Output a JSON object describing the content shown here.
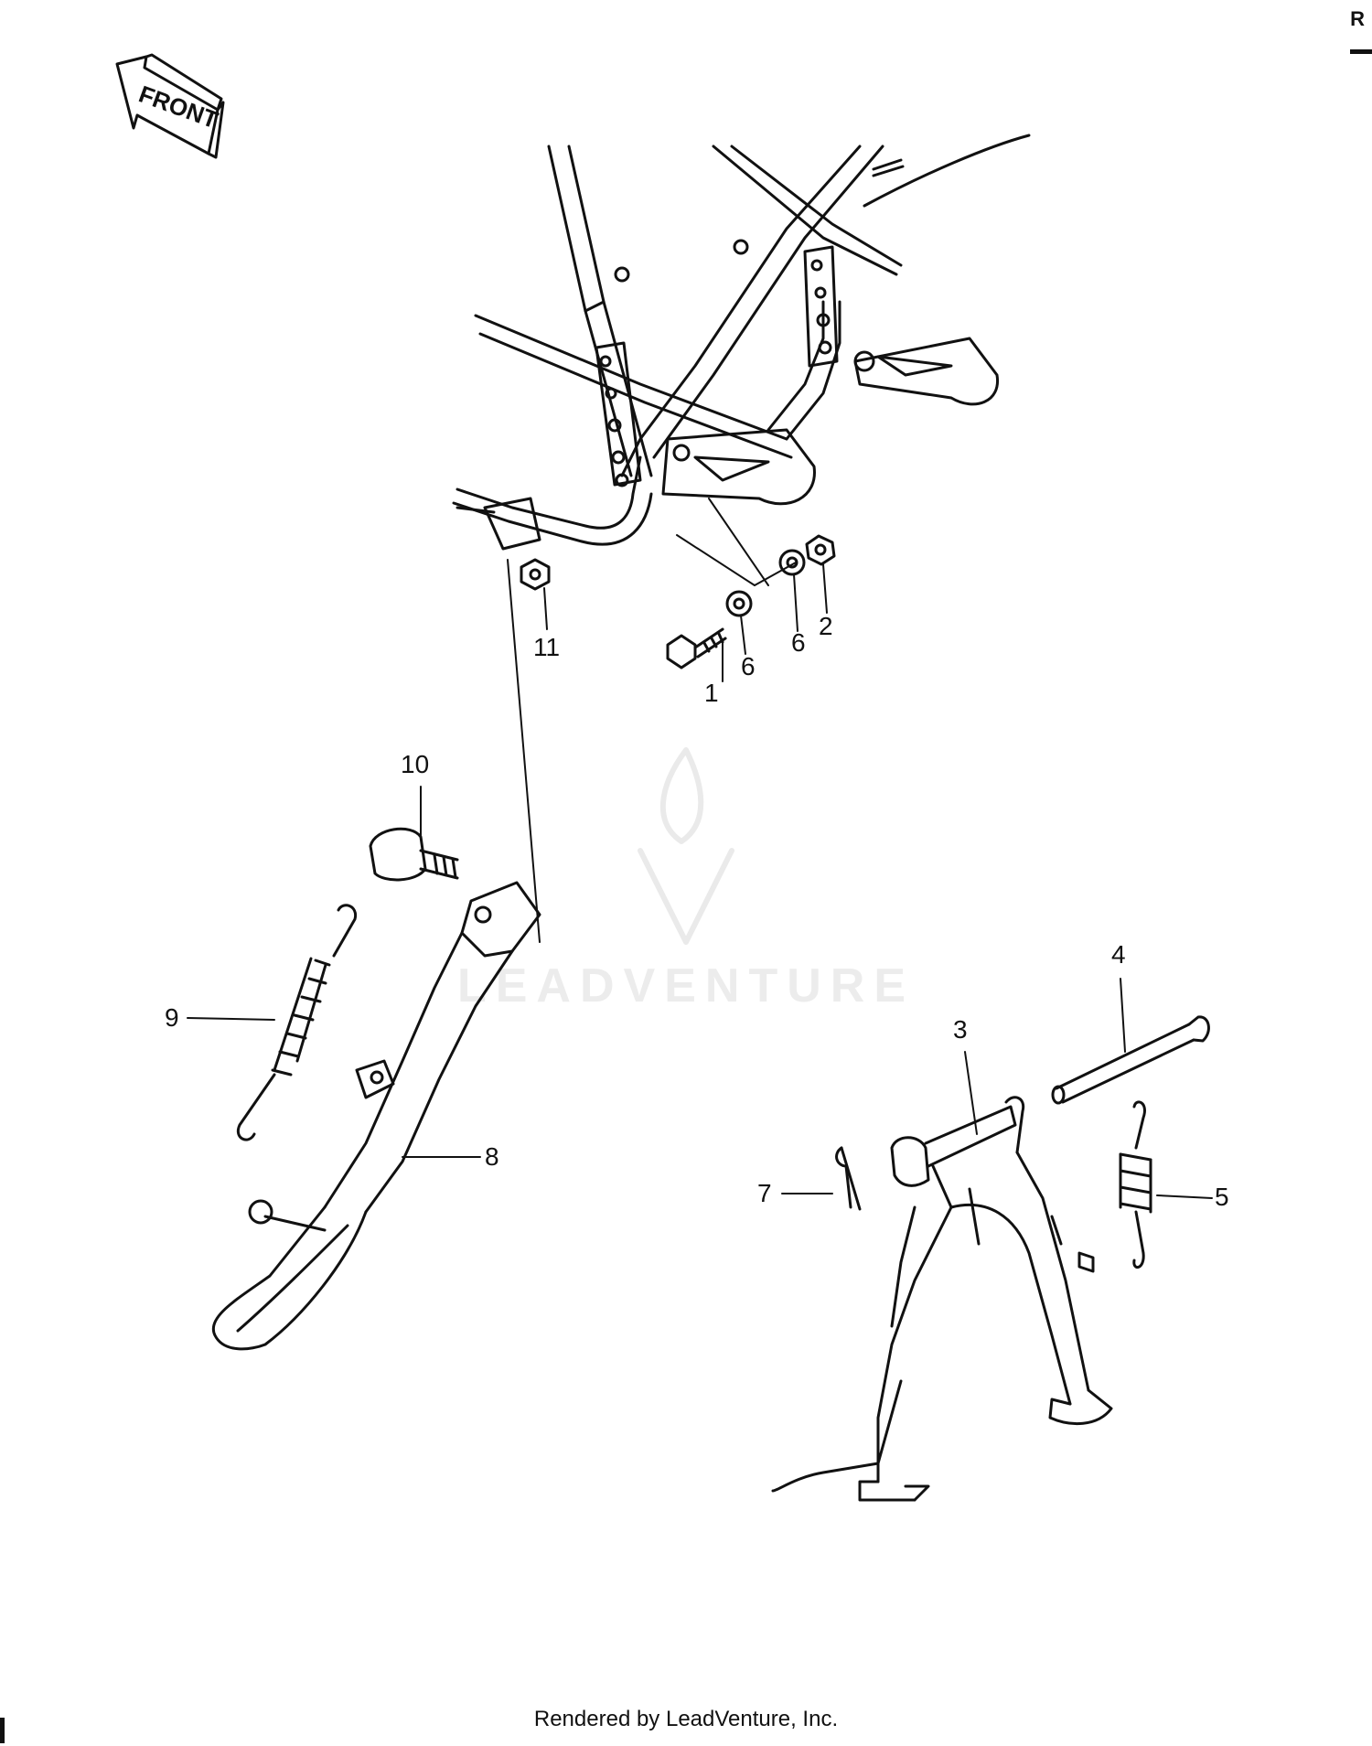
{
  "diagram": {
    "front_label": "FRONT",
    "corner_text": "R",
    "watermark_text": "LEADVENTURE",
    "footer_text": "Rendered by LeadVenture, Inc.",
    "callouts": [
      {
        "id": "c1",
        "text": "1"
      },
      {
        "id": "c2",
        "text": "2"
      },
      {
        "id": "c3",
        "text": "3"
      },
      {
        "id": "c4",
        "text": "4"
      },
      {
        "id": "c5",
        "text": "5"
      },
      {
        "id": "c6a",
        "text": "6"
      },
      {
        "id": "c6b",
        "text": "6"
      },
      {
        "id": "c7",
        "text": "7"
      },
      {
        "id": "c8",
        "text": "8"
      },
      {
        "id": "c9",
        "text": "9"
      },
      {
        "id": "c10",
        "text": "10"
      },
      {
        "id": "c11",
        "text": "11"
      }
    ]
  },
  "colors": {
    "ink": "#111111",
    "watermark": "#ececec",
    "background": "#ffffff"
  }
}
